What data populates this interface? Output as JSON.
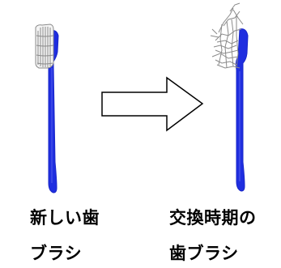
{
  "captions": {
    "new_brush_line1": "新しい歯",
    "new_brush_line2": "ブラシ",
    "old_brush_line1": "交換時期の",
    "old_brush_line2": "歯ブラシ"
  },
  "icons": {
    "new_brush": "new-toothbrush-icon",
    "arrow": "right-arrow-icon",
    "old_brush": "worn-toothbrush-icon"
  },
  "colors": {
    "handle": "#1f2ee0",
    "bristle_outline": "#8a8a8a",
    "arrow_outline": "#000000",
    "text": "#000000"
  }
}
